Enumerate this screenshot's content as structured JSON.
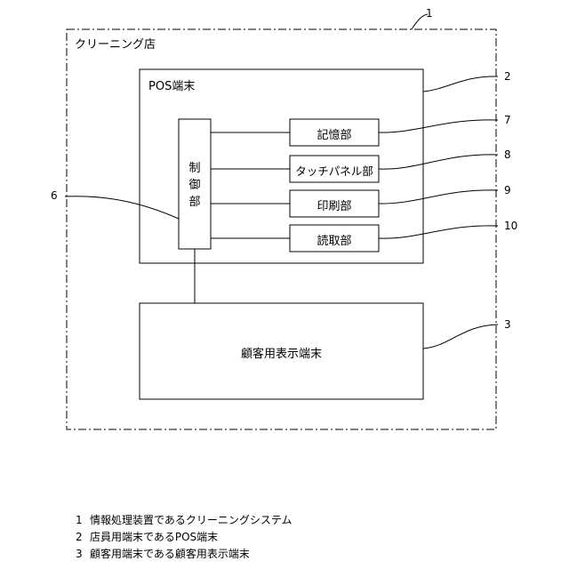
{
  "system": {
    "label": "クリーニング店",
    "ref": "1"
  },
  "pos_terminal": {
    "label": "POS端末",
    "ref": "2"
  },
  "control_unit": {
    "label": "制御部",
    "label_lines": [
      "制",
      "御",
      "部"
    ],
    "ref": "6"
  },
  "modules": [
    {
      "label": "記憶部",
      "ref": "7"
    },
    {
      "label": "タッチパネル部",
      "ref": "8"
    },
    {
      "label": "印刷部",
      "ref": "9"
    },
    {
      "label": "読取部",
      "ref": "10"
    }
  ],
  "customer_display": {
    "label": "顧客用表示端末",
    "ref": "3"
  },
  "legend": [
    {
      "num": "1",
      "text": "情報処理装置であるクリーニングシステム"
    },
    {
      "num": "2",
      "text": "店員用端末であるPOS端末"
    },
    {
      "num": "3",
      "text": "顧客用端末である顧客用表示端末"
    }
  ]
}
